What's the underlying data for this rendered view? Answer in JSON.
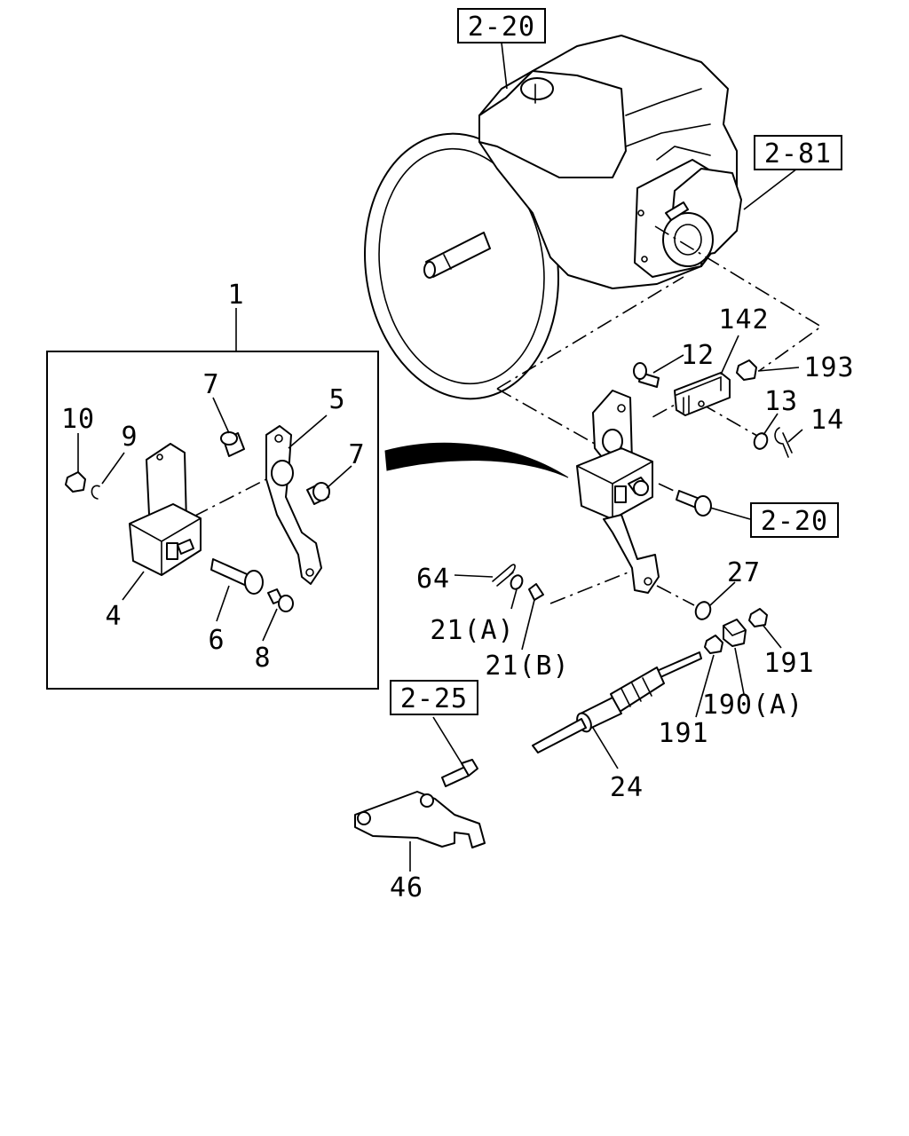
{
  "diagram": {
    "ref_boxes": {
      "ref_top": "2-20",
      "ref_trans_right": "2-81",
      "ref_bolt": "2-20",
      "ref_bracket": "2-25"
    },
    "callouts": {
      "c1": "1",
      "c10": "10",
      "c9": "9",
      "c7a": "7",
      "c5": "5",
      "c7b": "7",
      "c4": "4",
      "c6": "6",
      "c8": "8",
      "c12": "12",
      "c142": "142",
      "c193": "193",
      "c13": "13",
      "c14": "14",
      "c64": "64",
      "c21a": "21(A)",
      "c21b": "21(B)",
      "c27": "27",
      "c191a": "191",
      "c190a": "190(A)",
      "c191b": "191",
      "c24": "24",
      "c46": "46"
    }
  }
}
